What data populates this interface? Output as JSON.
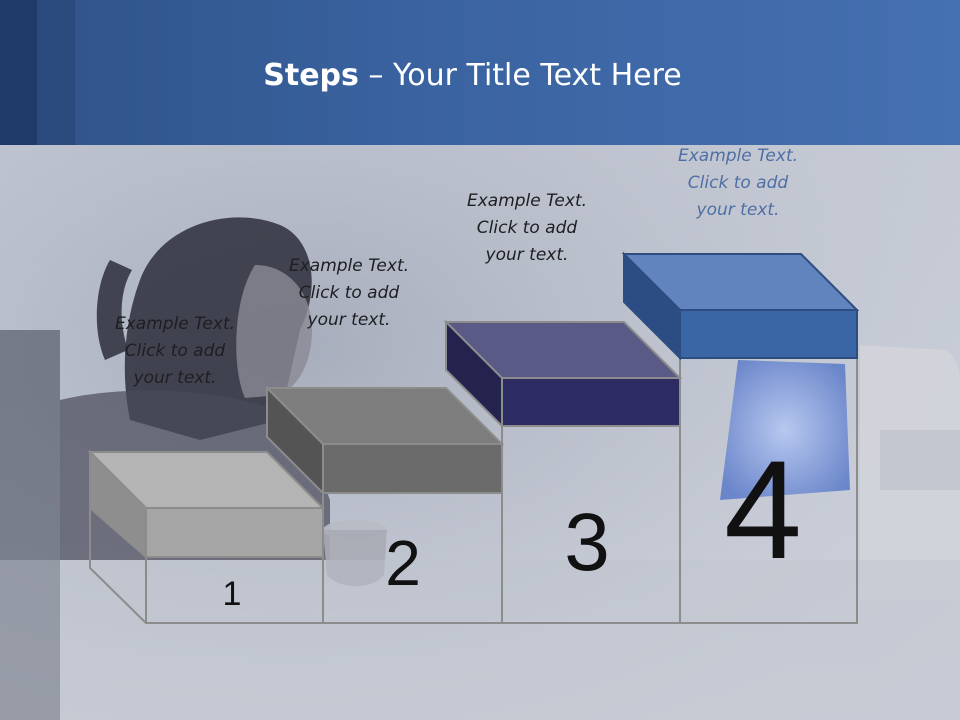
{
  "slide": {
    "title_bold": "Steps",
    "title_rest": " – Your Title Text Here"
  },
  "steps": [
    {
      "number": "1",
      "lines": [
        "Example Text.",
        "Click  to add",
        "your text."
      ],
      "color": "#a5a5a5"
    },
    {
      "number": "2",
      "lines": [
        "Example Text.",
        "Click  to add",
        "your text."
      ],
      "color": "#6b6b6b"
    },
    {
      "number": "3",
      "lines": [
        "Example Text.",
        "Click  to add",
        "your text."
      ],
      "color": "#2c2c62"
    },
    {
      "number": "4",
      "lines": [
        "Example Text.",
        "Click  to add",
        "your text."
      ],
      "color": "#3a66a6"
    }
  ],
  "colors": {
    "header": "#3a63a0",
    "background": "#c9ced8",
    "outline": "#8c8c8c",
    "label_4": "#4f6fa4"
  }
}
